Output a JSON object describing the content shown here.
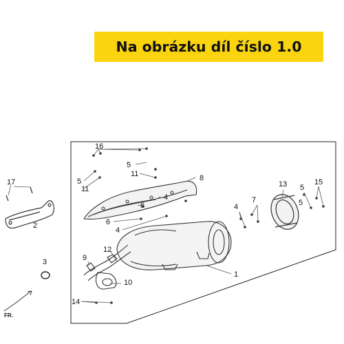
{
  "banner": {
    "text": "Na obrázku díl číslo 1.0"
  },
  "front_marker": "FR.",
  "callouts": [
    "16",
    "5",
    "11",
    "8",
    "5",
    "11",
    "6",
    "4",
    "6",
    "4",
    "17",
    "2",
    "3",
    "12",
    "9",
    "10",
    "14",
    "1",
    "13",
    "4",
    "7",
    "5",
    "15",
    "5"
  ]
}
